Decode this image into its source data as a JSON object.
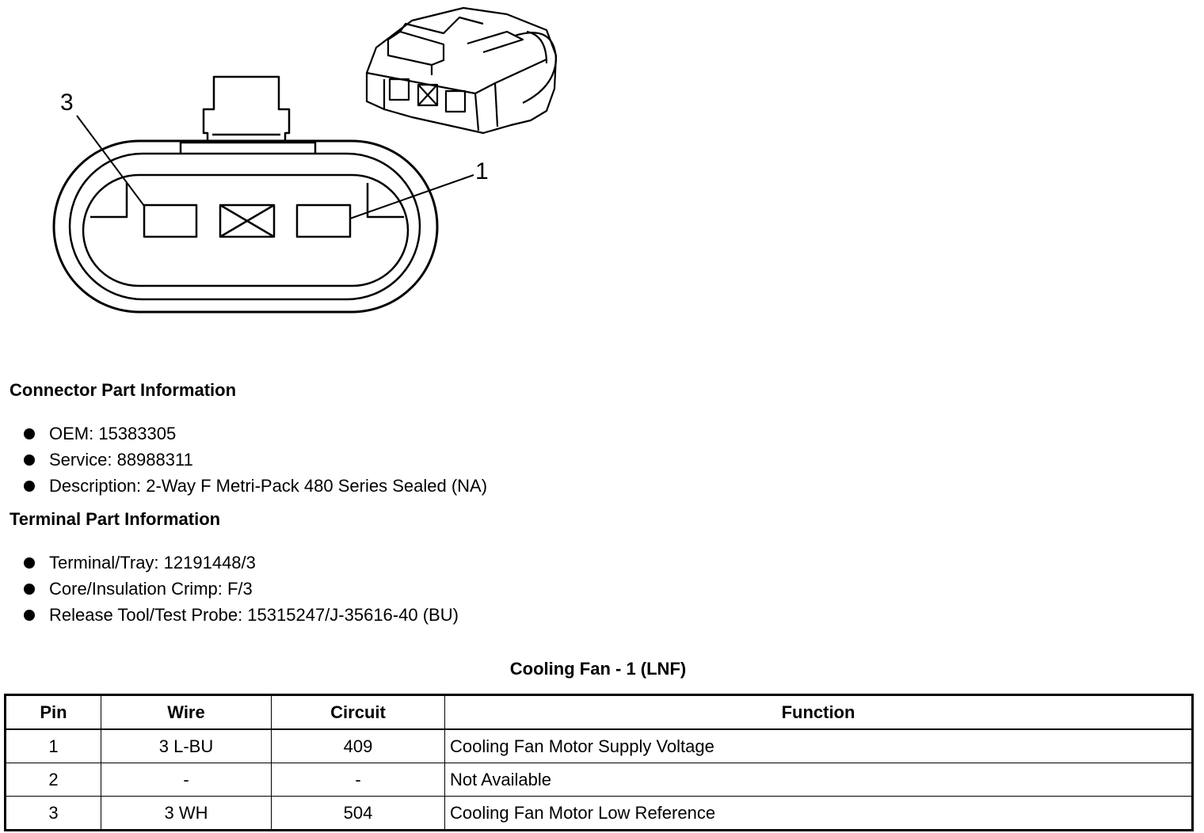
{
  "diagram": {
    "pin_labels": [
      "3",
      "1"
    ]
  },
  "connector_info": {
    "heading": "Connector Part Information",
    "items": [
      "OEM: 15383305",
      "Service: 88988311",
      "Description: 2-Way F Metri-Pack 480 Series Sealed (NA)"
    ]
  },
  "terminal_info": {
    "heading": "Terminal Part Information",
    "items": [
      "Terminal/Tray: 12191448/3",
      "Core/Insulation Crimp: F/3",
      "Release Tool/Test Probe: 15315247/J-35616-40 (BU)"
    ]
  },
  "table": {
    "title": "Cooling Fan - 1 (LNF)",
    "headers": [
      "Pin",
      "Wire",
      "Circuit",
      "Function"
    ],
    "rows": [
      [
        "1",
        "3 L-BU",
        "409",
        "Cooling Fan Motor Supply Voltage"
      ],
      [
        "2",
        "-",
        "-",
        "Not Available"
      ],
      [
        "3",
        "3 WH",
        "504",
        "Cooling Fan Motor Low Reference"
      ]
    ]
  }
}
